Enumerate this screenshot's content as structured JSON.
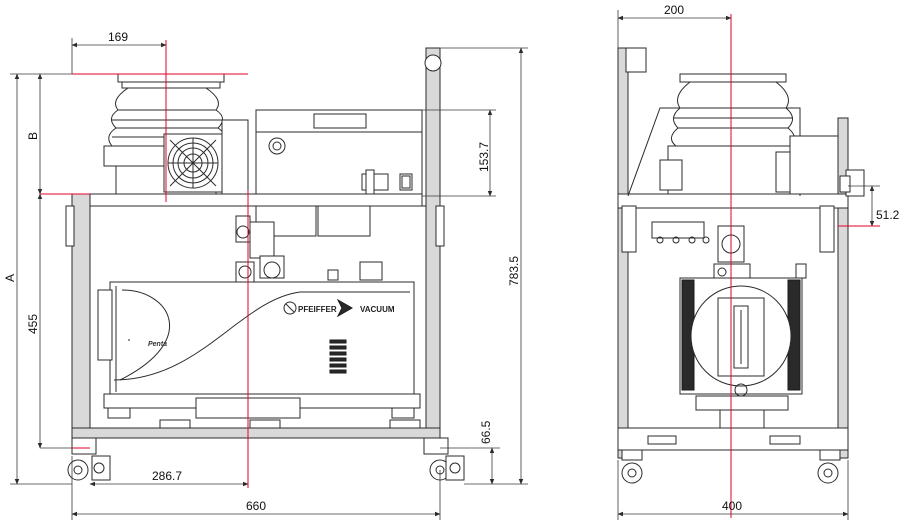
{
  "colors": {
    "line": "#2b2b2b",
    "center_line": "#e5002b",
    "frame_fill": "#d9d9d9",
    "background": "#ffffff"
  },
  "front_view": {
    "dimensions": {
      "width_top": "169",
      "height_b": "B",
      "height_a": "A",
      "height_455": "455",
      "height_153_7": "153.7",
      "height_783_5": "783.5",
      "height_66_5": "66.5",
      "offset_286_7": "286.7",
      "width_660": "660"
    },
    "labels": {
      "brand": "PFEIFFER",
      "brand_suffix": "VACUUM",
      "model": "Penta"
    }
  },
  "side_view": {
    "dimensions": {
      "offset_200": "200",
      "offset_51_2": "51.2",
      "width_400": "400"
    }
  }
}
